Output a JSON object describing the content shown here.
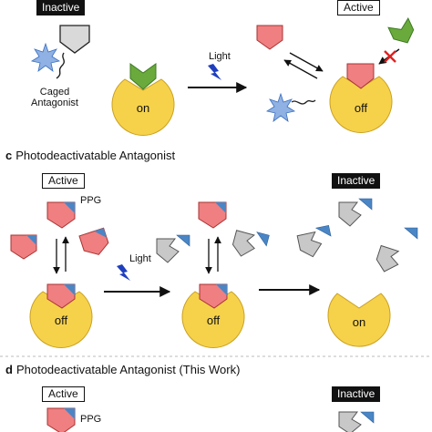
{
  "panel_b": {
    "inactive_label": "Inactive",
    "active_label": "Active",
    "caged_label_line1": "Caged",
    "caged_label_line2": "Antagonist",
    "light_label": "Light",
    "receptor_on": "on",
    "receptor_off": "off"
  },
  "panel_c": {
    "letter": "c",
    "title": "Photodeactivatable Antagonist",
    "active_label": "Active",
    "inactive_label": "Inactive",
    "ppg_label": "PPG",
    "light_label": "Light",
    "receptor_off_1": "off",
    "receptor_off_2": "off",
    "receptor_on": "on"
  },
  "panel_d": {
    "letter": "d",
    "title": "Photodeactivatable Antagonist (This Work)",
    "active_label": "Active",
    "inactive_label": "Inactive",
    "ppg_label": "PPG"
  },
  "colors": {
    "antagonist_active": "#ef7f80",
    "antagonist_inactive": "#c8c8c8",
    "ppg": "#4a86c5",
    "agonist": "#6aaa3c",
    "receptor": "#f6d24a",
    "cage_burst": "#8fb1e3",
    "bolt": "#1f3fbf"
  }
}
